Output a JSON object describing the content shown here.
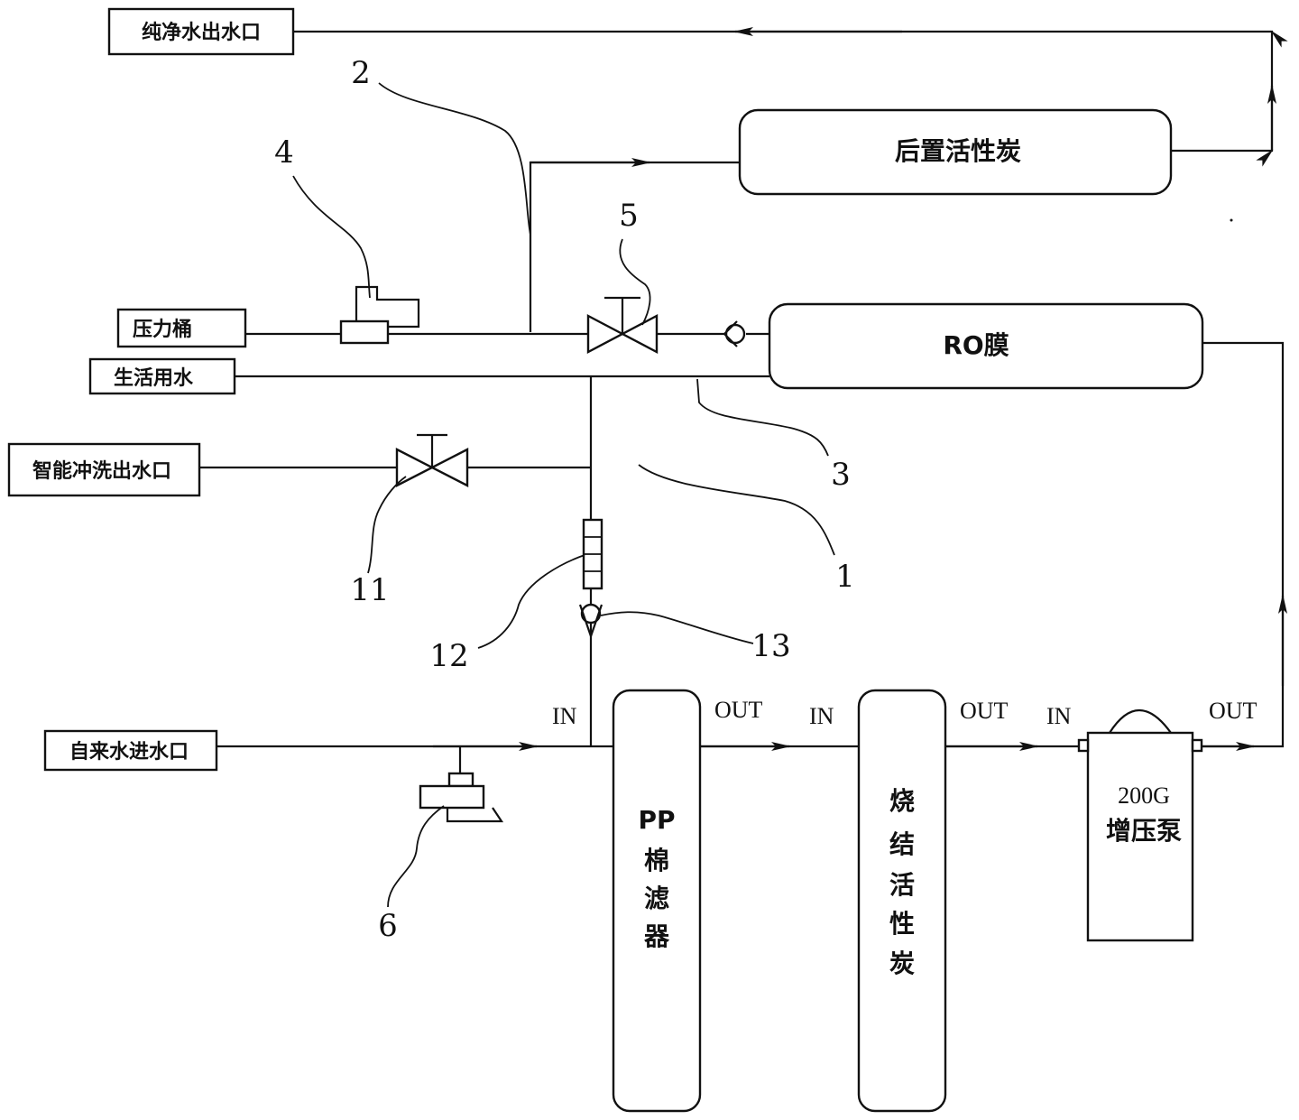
{
  "labels": {
    "pure_water_outlet": "纯净水出水口",
    "pressure_tank": "压力桶",
    "domestic_water": "生活用水",
    "smart_flush_outlet": "智能冲洗出水口",
    "tap_water_inlet": "自来水进水口",
    "post_carbon": "后置活性炭",
    "ro_membrane": "RO膜",
    "pp_filter": [
      "PP",
      "棉",
      "滤",
      "器"
    ],
    "sintered_carbon": [
      "烧",
      "结",
      "活",
      "性",
      "炭"
    ],
    "pump_model": "200G",
    "pump_name": "增压泵"
  },
  "ports": {
    "in": "IN",
    "out": "OUT"
  },
  "callouts": [
    "1",
    "2",
    "3",
    "4",
    "5",
    "6",
    "11",
    "12",
    "13"
  ]
}
